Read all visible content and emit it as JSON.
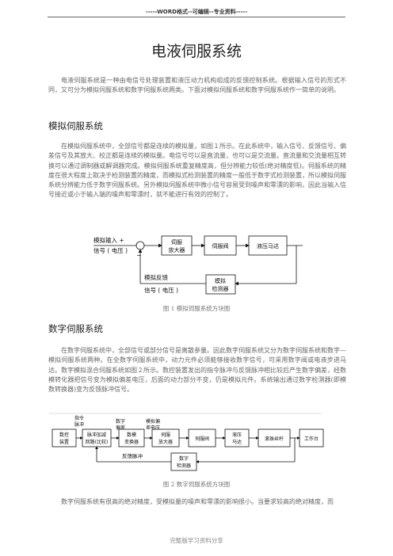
{
  "header": "-----WORD格式--可编辑--专业资料-----",
  "title": "电液伺服系统",
  "intro": "电液伺服系统是一种由电信号处理装置和液压动力机构组成的反馈控制系统。根据输入信号的形式不同，又可分为模拟伺服系统和数字伺服系统两类。下面对模拟伺服系统和数字伺服系统作一简单的说明。",
  "section1": {
    "heading": "模拟伺服系统",
    "body": "在模拟伺服系统中，全部信号都是连续的模拟量，如图１所示。在此系统中，输入信号、反馈信号、偏差信号及其放大、校正都是连续的模拟量。电信号可以是直流量，也可以是交流量。直流量和交流量相互转换可以通过调制器或解调器完成。模拟伺服系统重复精度高，但分辨能力较低(绝对精度低)。伺服系统的精度在很大程度上取决于检测装置的精度，而模拟式检测装置的精度一般低于数字式检测装置，所以模拟伺服系统分辨能力低于数字伺服系统。另外模拟伺服系统中微小信号容易受到噪声和零漂的影响，因此当输入信号接近或小于输入端的噪声和零漂时，就不能进行有效的控制了。",
    "figure": {
      "input_label_1": "模拟输入 +",
      "input_label_2": "信号 ( 电压 )",
      "minus_sign": "−",
      "block_amp_1": "伺服",
      "block_amp_2": "放大器",
      "block_valve": "伺服阀",
      "block_motor": "液压马达",
      "feedback_label_1": "模拟反馈",
      "feedback_label_2": "信号 ( 电压 )",
      "block_sensor_1": "模拟",
      "block_sensor_2": "检测器"
    },
    "caption": "图 1  模拟伺服系统方块图"
  },
  "section2": {
    "heading": "数字伺服系统",
    "body": "在数字伺服系统中，全部信号或部分信号是离散参量。因此数字伺服系统又分为数字伺服系统和数字—模拟伺服系统两种。在全数字伺服系统中，动力元件必须能够接收数字信号，可采用数字阀或电液步进马达。数字模拟混合伺服系统如图２所示。数控装置发出的指令脉冲与反馈脉冲相比较后产生数字偏差，经数模转化器把信号变为模拟偏差电压，后面的动力部分不变，仍是模拟元件。系统输出通过数字检测器(即模数转换器)变为反馈脉冲信号。",
    "figure": {
      "label_cmd_1": "指令",
      "label_cmd_2": "脉冲",
      "label_dig_1": "数字",
      "label_dig_2": "偏差",
      "label_ana_1": "模拟偏",
      "label_ana_2": "差电压",
      "block_cnc_1": "数控",
      "block_cnc_2": "装置",
      "block_cmp_1": "脉冲加减",
      "block_cmp_2": "回路(比较)",
      "block_dac_1": "数模",
      "block_dac_2": "变换器",
      "block_amp_1": "伺服",
      "block_amp_2": "放大器",
      "block_valve": "伺服阀",
      "block_motor_1": "液压",
      "block_motor_2": "马达",
      "block_gear": "滚珠丝杆",
      "block_table": "工作台",
      "feedback_label": "反馈脉冲",
      "block_sensor_1": "数字",
      "block_sensor_2": "检测器"
    },
    "caption": "图 2  数字伺服系统方块图",
    "trailing": "数字伺服系统有很高的绝对精度，受模拟量的噪声和零漂的影响很小。当要求较高的绝对精度，而"
  },
  "footer": "完整版学习资料分享"
}
